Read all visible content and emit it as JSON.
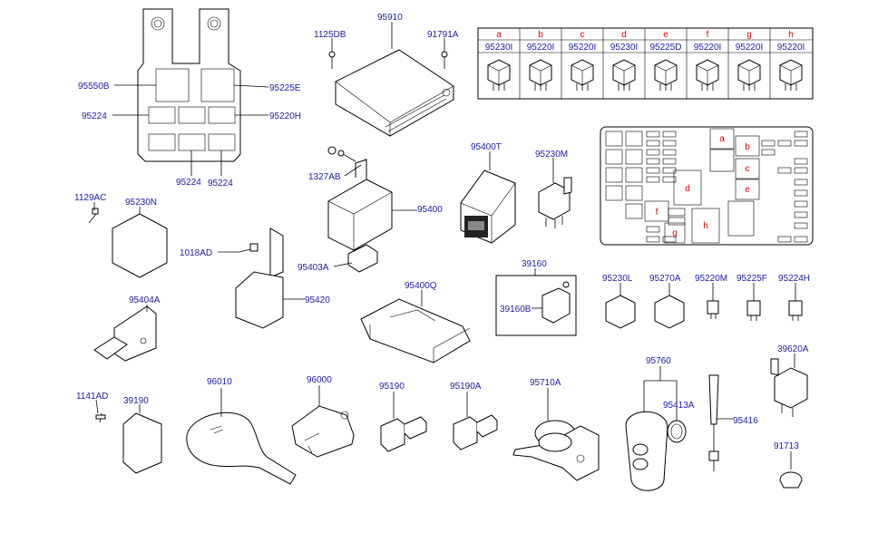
{
  "accent_colors": {
    "part_number": "#1a1aa8",
    "relay_letter": "#e00000"
  },
  "labels": {
    "p95910": "95910",
    "p1125DB": "1125DB",
    "p91791A": "91791A",
    "p95550B": "95550B",
    "p95225E": "95225E",
    "p95224_left": "95224",
    "p95220H": "95220H",
    "p95224_b1": "95224",
    "p95224_b2": "95224",
    "p1327AB": "1327AB",
    "p95400": "95400",
    "p95403A": "95403A",
    "p95400T": "95400T",
    "p95230M": "95230M",
    "p1129AC": "1129AC",
    "p95230N": "95230N",
    "p1018AD": "1018AD",
    "p95420": "95420",
    "p95404A": "95404A",
    "p95400Q": "95400Q",
    "p39160": "39160",
    "p39160B": "39160B",
    "p95230L": "95230L",
    "p95270A": "95270A",
    "p95220M": "95220M",
    "p95225F": "95225F",
    "p95224H": "95224H",
    "p39620A": "39620A",
    "p1141AD": "1141AD",
    "p39190": "39190",
    "p96010": "96010",
    "p96000": "96000",
    "p95190": "95190",
    "p95190A": "95190A",
    "p95710A": "95710A",
    "p95760": "95760",
    "p95413A": "95413A",
    "p95416": "95416",
    "p91713": "91713"
  },
  "relay_table": [
    {
      "letter": "a",
      "part": "95230I"
    },
    {
      "letter": "b",
      "part": "95220I"
    },
    {
      "letter": "c",
      "part": "95220I"
    },
    {
      "letter": "d",
      "part": "95230I"
    },
    {
      "letter": "e",
      "part": "95225D"
    },
    {
      "letter": "f",
      "part": "95220I"
    },
    {
      "letter": "g",
      "part": "95220I"
    },
    {
      "letter": "h",
      "part": "95220I"
    }
  ],
  "fusebox_letters": {
    "a": "a",
    "b": "b",
    "c": "c",
    "d": "d",
    "e": "e",
    "f": "f",
    "g": "g",
    "h": "h"
  }
}
